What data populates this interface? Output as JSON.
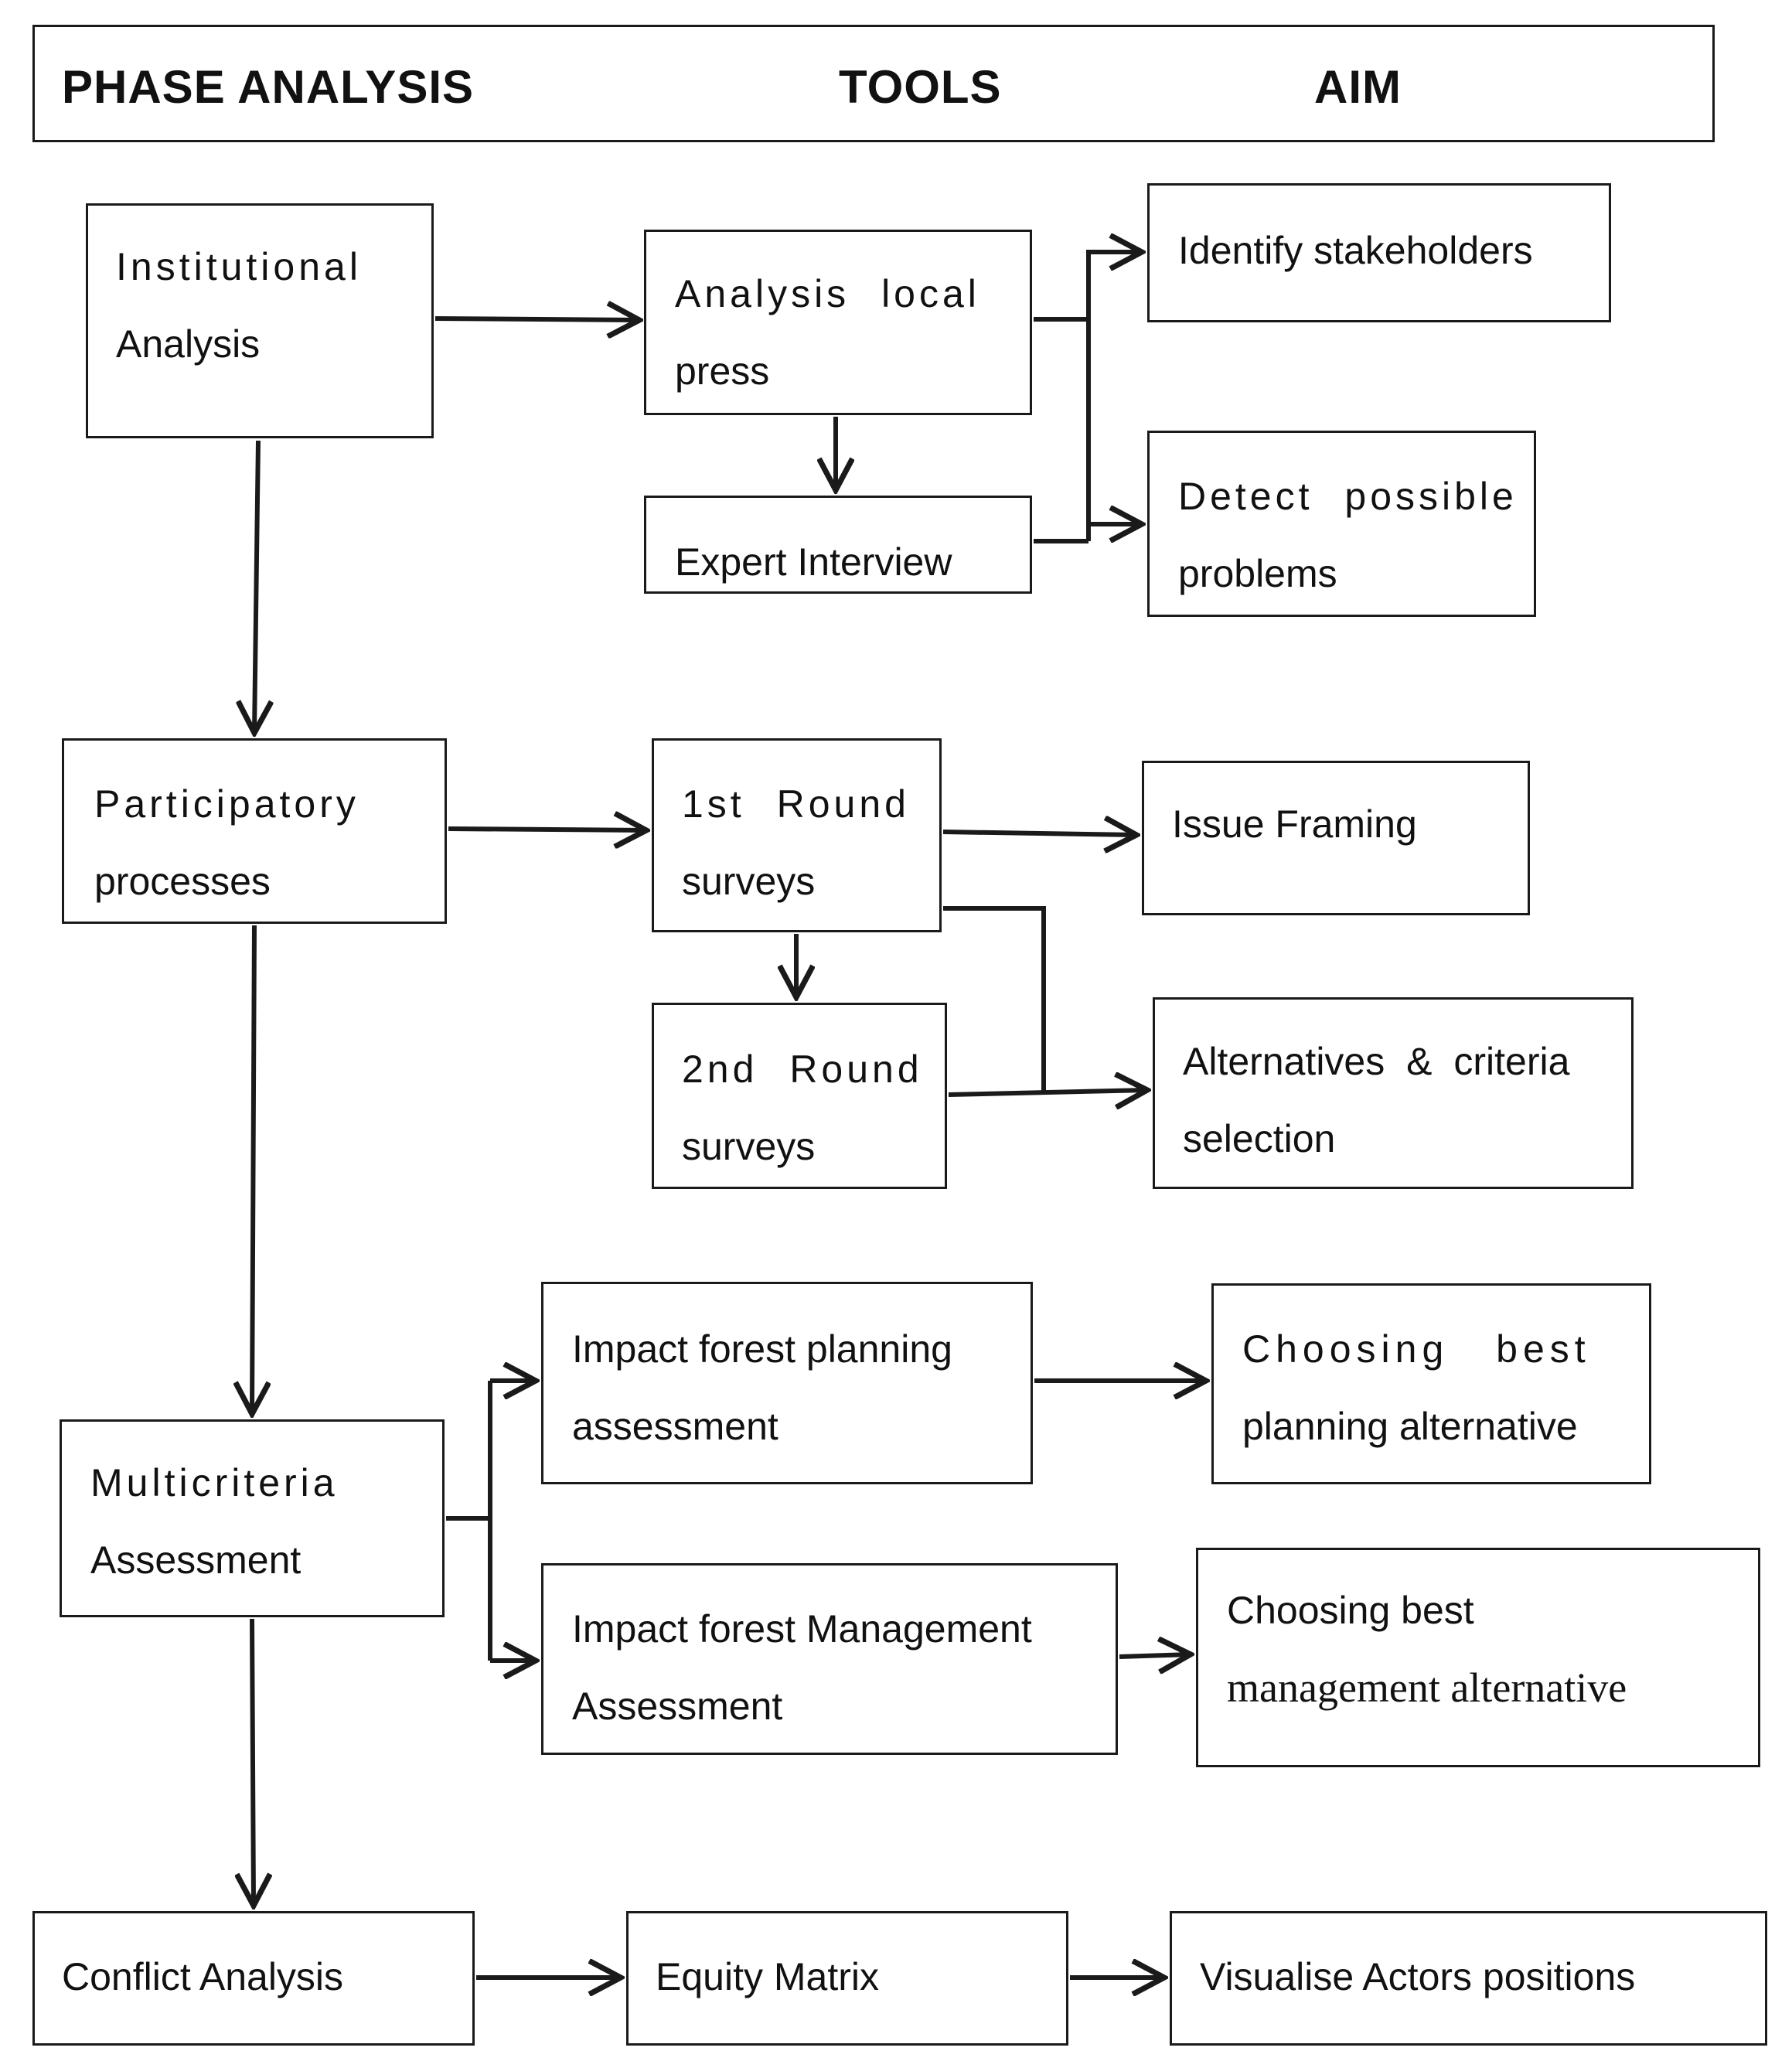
{
  "header": {
    "phase_analysis": "PHASE ANALYSIS",
    "tools": "TOOLS",
    "aim": "AIM"
  },
  "phases": {
    "institutional": [
      "Institutional",
      "Analysis"
    ],
    "participatory": [
      "Participatory",
      "processes"
    ],
    "multicriteria": [
      "Multicriteria",
      "Assessment"
    ],
    "conflict": [
      "Conflict Analysis"
    ]
  },
  "tools": {
    "local_press": [
      "Analysis local",
      "press"
    ],
    "expert_interview": [
      "Expert Interview"
    ],
    "round1": [
      "1st Round",
      "surveys"
    ],
    "round2": [
      "2nd Round",
      "surveys"
    ],
    "impact_planning": [
      "Impact forest planning",
      "assessment"
    ],
    "impact_management": [
      "Impact forest Management",
      "Assessment"
    ],
    "equity_matrix": [
      "Equity Matrix"
    ]
  },
  "aims": {
    "stakeholders": [
      "Identify stakeholders"
    ],
    "problems": [
      "Detect possible",
      "problems"
    ],
    "issue_framing": [
      "Issue Framing"
    ],
    "alternatives": [
      "Alternatives & criteria",
      "selection"
    ],
    "best_planning": [
      "Choosing best",
      "planning alternative"
    ],
    "best_management": [
      "Choosing best",
      "management alternative"
    ],
    "actors": [
      "Visualise Actors positions"
    ]
  },
  "colors": {
    "line": "#1a1a1a",
    "background": "#ffffff"
  }
}
